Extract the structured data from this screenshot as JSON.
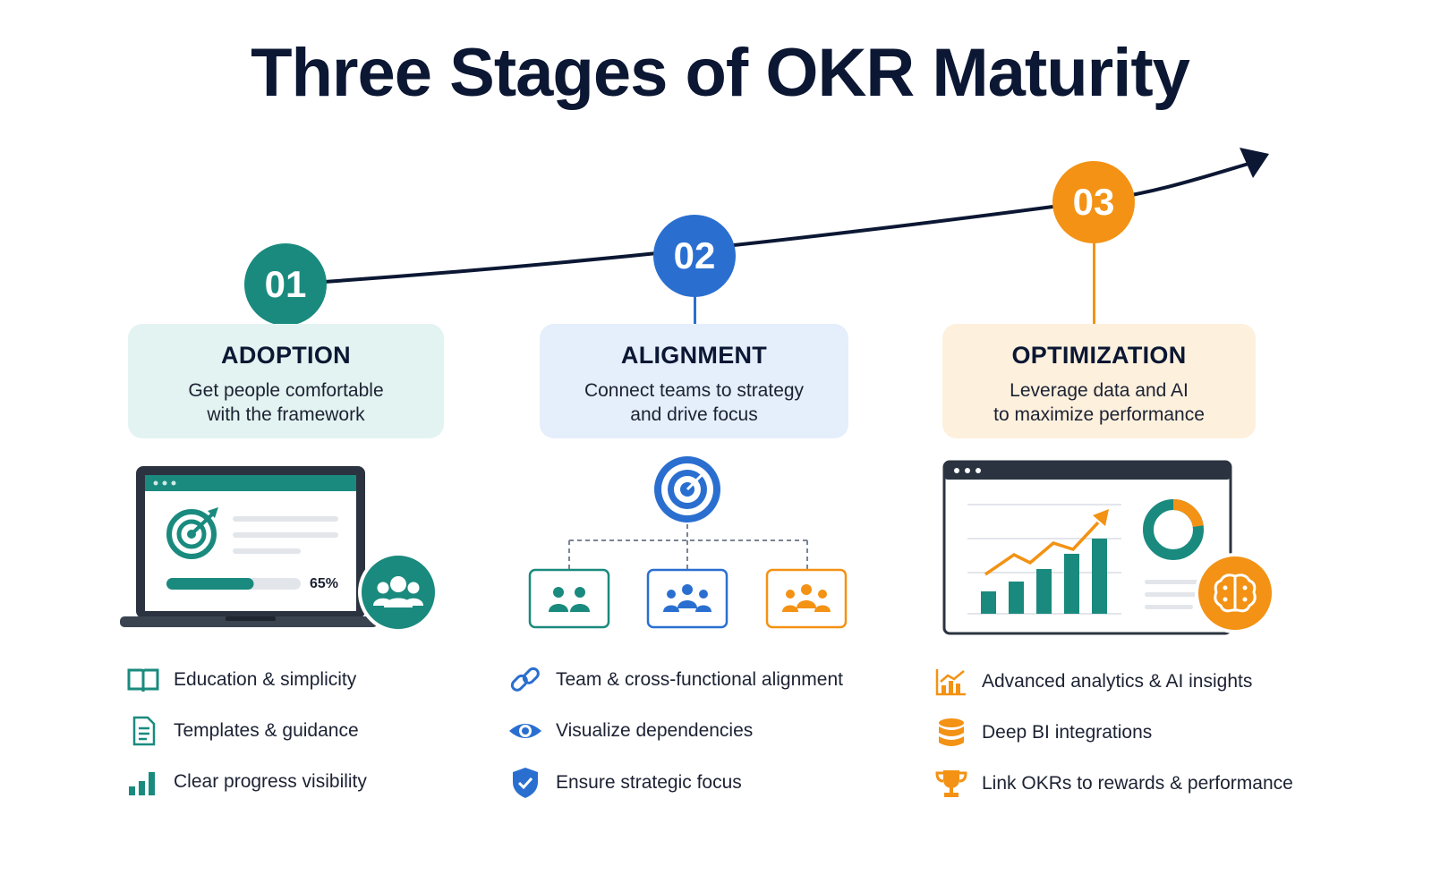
{
  "title": "Three Stages of OKR Maturity",
  "colors": {
    "teal": "#1a8a7e",
    "blue": "#2a6fd0",
    "orange": "#f39214",
    "navy": "#0b1733"
  },
  "stages": [
    {
      "number": "01",
      "heading": "ADOPTION",
      "desc_line1": "Get people comfortable",
      "desc_line2": "with the framework",
      "progress_label": "65%",
      "progress_value": 0.65,
      "features": [
        {
          "icon": "book-icon",
          "text": "Education & simplicity"
        },
        {
          "icon": "document-icon",
          "text": "Templates & guidance"
        },
        {
          "icon": "bar-chart-icon",
          "text": "Clear progress visibility"
        }
      ]
    },
    {
      "number": "02",
      "heading": "ALIGNMENT",
      "desc_line1": "Connect teams to strategy",
      "desc_line2": "and drive focus",
      "features": [
        {
          "icon": "link-icon",
          "text": "Team & cross-functional alignment"
        },
        {
          "icon": "eye-icon",
          "text": "Visualize dependencies"
        },
        {
          "icon": "shield-check-icon",
          "text": "Ensure strategic focus"
        }
      ]
    },
    {
      "number": "03",
      "heading": "OPTIMIZATION",
      "desc_line1": "Leverage data and AI",
      "desc_line2": "to maximize performance",
      "features": [
        {
          "icon": "analytics-icon",
          "text": "Advanced analytics & AI insights"
        },
        {
          "icon": "database-icon",
          "text": "Deep BI integrations"
        },
        {
          "icon": "trophy-icon",
          "text": "Link OKRs to rewards & performance"
        }
      ]
    }
  ]
}
